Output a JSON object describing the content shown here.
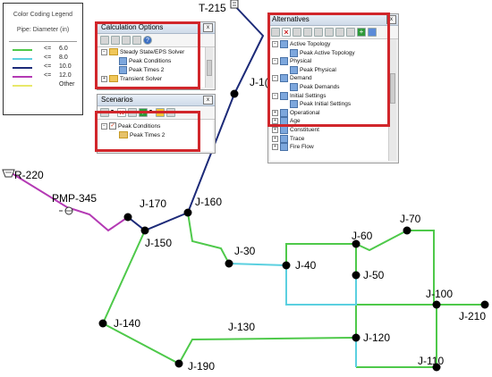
{
  "legend": {
    "title_line1": "Color Coding Legend",
    "title_line2": "Pipe: Diameter (in)",
    "rows": [
      {
        "color": "#4ec94a",
        "op": "<=",
        "value": "6.0"
      },
      {
        "color": "#5bd0e0",
        "op": "<=",
        "value": "8.0"
      },
      {
        "color": "#1c2a78",
        "op": "<=",
        "value": "10.0"
      },
      {
        "color": "#b43ab4",
        "op": "<=",
        "value": "12.0"
      },
      {
        "color": "#e8e86a",
        "op": "",
        "value": "Other"
      }
    ]
  },
  "network": {
    "labels": {
      "t215": "T-215",
      "r220": "R-220",
      "pmp345": "PMP-345",
      "j170": "J-170",
      "j160": "J-160",
      "j150": "J-150",
      "j30": "J-30",
      "j40": "J-40",
      "j60": "J-60",
      "j70": "J-70",
      "j50": "J-50",
      "j100": "J-100",
      "j210": "J-210",
      "j140": "J-140",
      "j130": "J-130",
      "j120": "J-120",
      "j110": "J-110",
      "j190": "J-190",
      "j1partial": "J-1("
    },
    "colors": {
      "green": "#4ec94a",
      "cyan": "#5bd0e0",
      "navy": "#1c2a78",
      "magenta": "#b43ab4"
    }
  },
  "calc_panel": {
    "title": "Calculation Options",
    "close": "x",
    "items": [
      "Steady State/EPS Solver",
      "Peak Conditions",
      "Peak Times 2",
      "Transient Solver"
    ]
  },
  "scen_panel": {
    "title": "Scenarios",
    "close": "x",
    "items": [
      "Peak Conditions",
      "Peak Times 2"
    ]
  },
  "alt_panel": {
    "title": "Alternatives",
    "close": "x",
    "items": [
      "Active Topology",
      "Peak Active Topology",
      "Physical",
      "Peak Physical",
      "Demand",
      "Peak Demands",
      "Initial Settings",
      "Peak Initial Settings",
      "Operational",
      "Age",
      "Constituent",
      "Trace",
      "Fire Flow"
    ]
  },
  "accent_red": "#d1262b"
}
